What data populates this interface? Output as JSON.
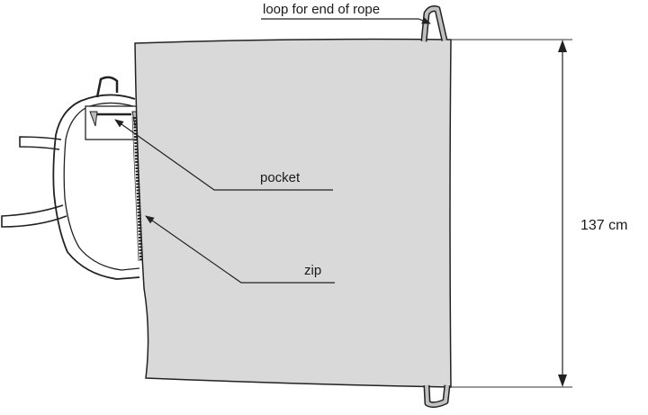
{
  "labels": {
    "loop": "loop for end of rope",
    "pocket": "pocket",
    "zip": "zip",
    "dimension": "137 cm"
  },
  "colors": {
    "panel_fill": "#d9d9d9",
    "outline": "#222222",
    "background": "#ffffff"
  }
}
